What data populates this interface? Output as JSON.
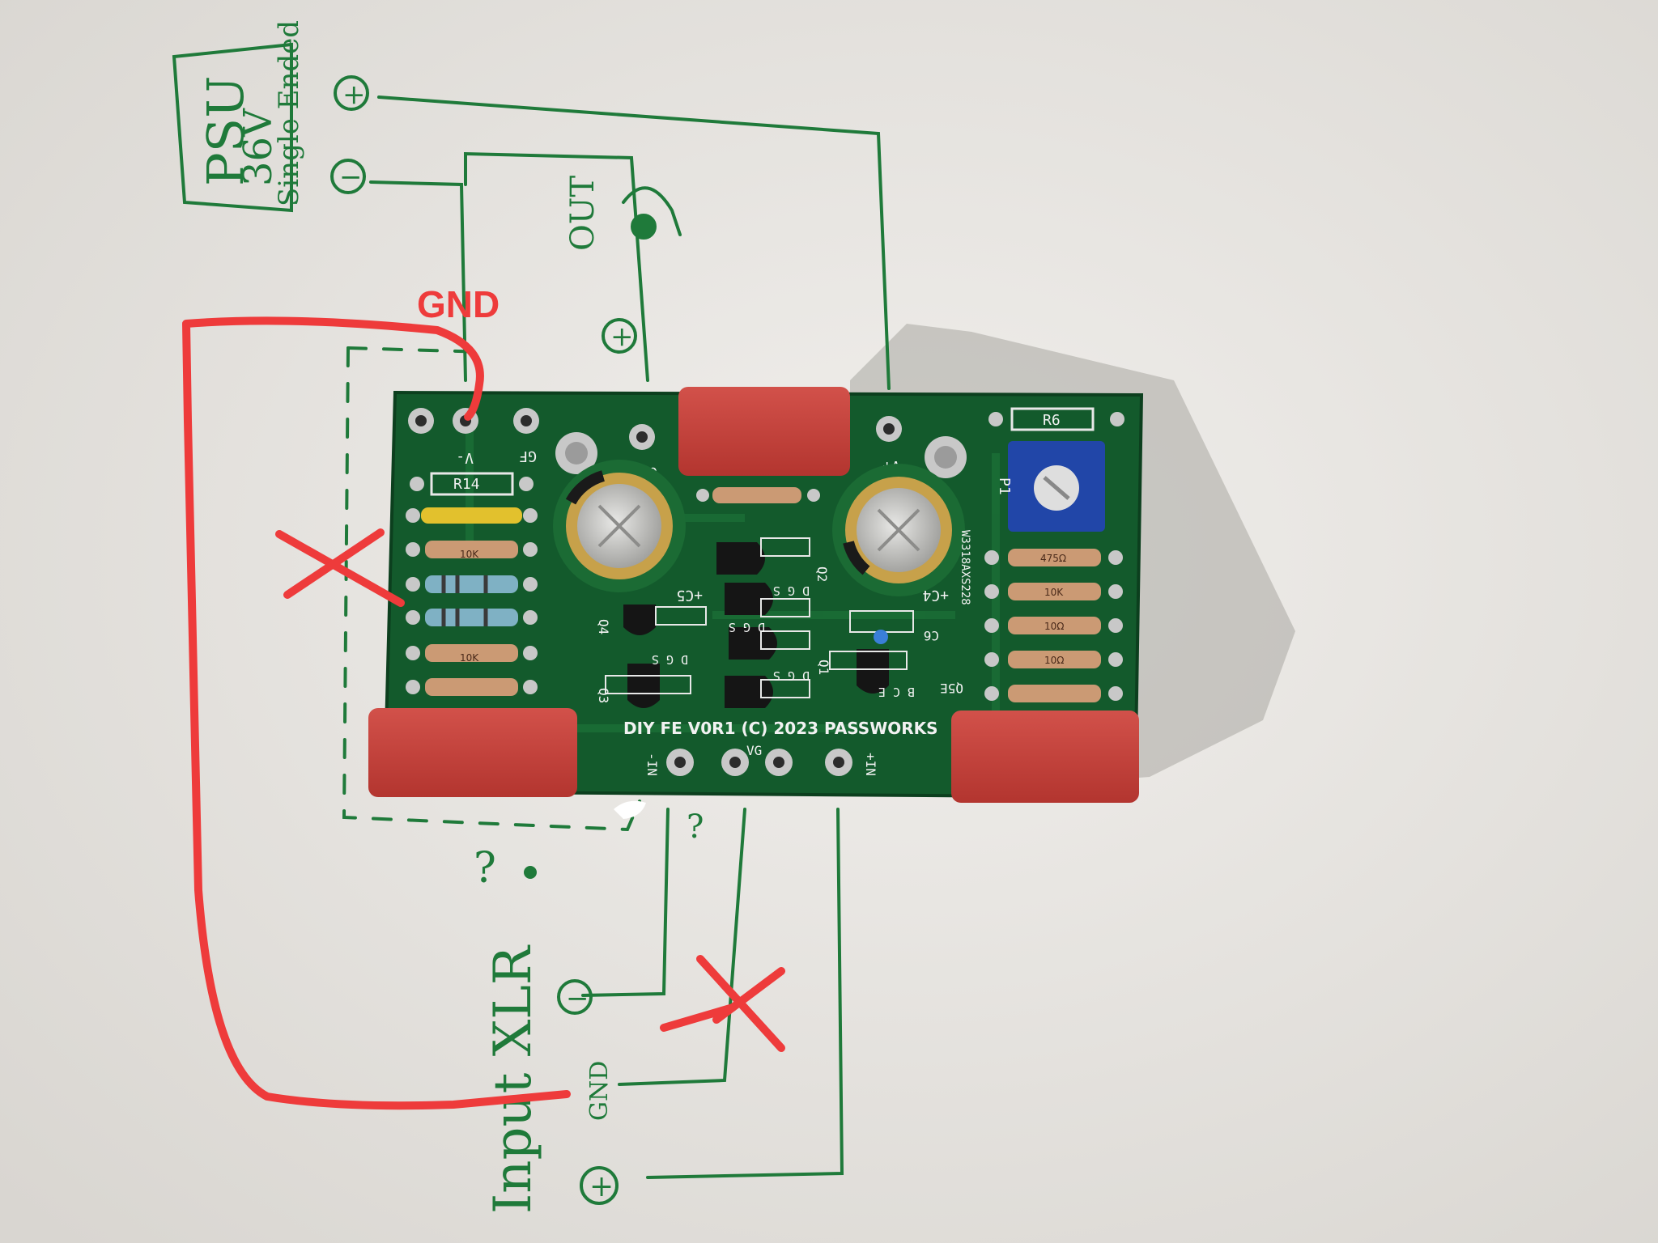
{
  "photo": {
    "annotation_gnd": "GND",
    "handwriting": {
      "psu_title": "PSU",
      "psu_voltage": "36V",
      "psu_type": "Single Ended",
      "plus": "+",
      "minus": "−",
      "out_label": "OUT",
      "input_label": "Input XLR",
      "gnd_label": "GND",
      "question_a": "?",
      "question_b": "?"
    },
    "pcb": {
      "board_title": "DIY FE V0R1 (C) 2023 PASSWORKS",
      "pads": {
        "v_minus": "V-",
        "gf": "GF",
        "out": "OUT",
        "v_plus": "V+",
        "in_minus": "-IN",
        "vg": "VG",
        "in_plus": "+IN"
      },
      "refs": {
        "r14": "R14",
        "r6": "R6",
        "p1": "P1",
        "c5": "+C5",
        "c4": "+C4",
        "c6": "C6",
        "q1": "Q1",
        "q2": "Q2",
        "q3": "Q3",
        "q4": "Q4",
        "q5e": "Q5E",
        "serial": "W3318AXS228",
        "dgs_1": "D G S",
        "dgs_2": "D G S",
        "dgs_3": "D G S",
        "dgs_4": "D G S",
        "bce": "B C E"
      },
      "resistor_values": {
        "r_a": "10K",
        "r_b": "10K",
        "r_c": "475Ω",
        "r_d": "10Ω",
        "r_e": "10Ω",
        "r_f": "10K"
      }
    },
    "colors": {
      "paper": "#e8e6e2",
      "pcb_green": "#135a2c",
      "pen_green": "#1f7a3a",
      "marker_red": "#ee3b3b",
      "capacitor_red": "#c43e38"
    }
  }
}
